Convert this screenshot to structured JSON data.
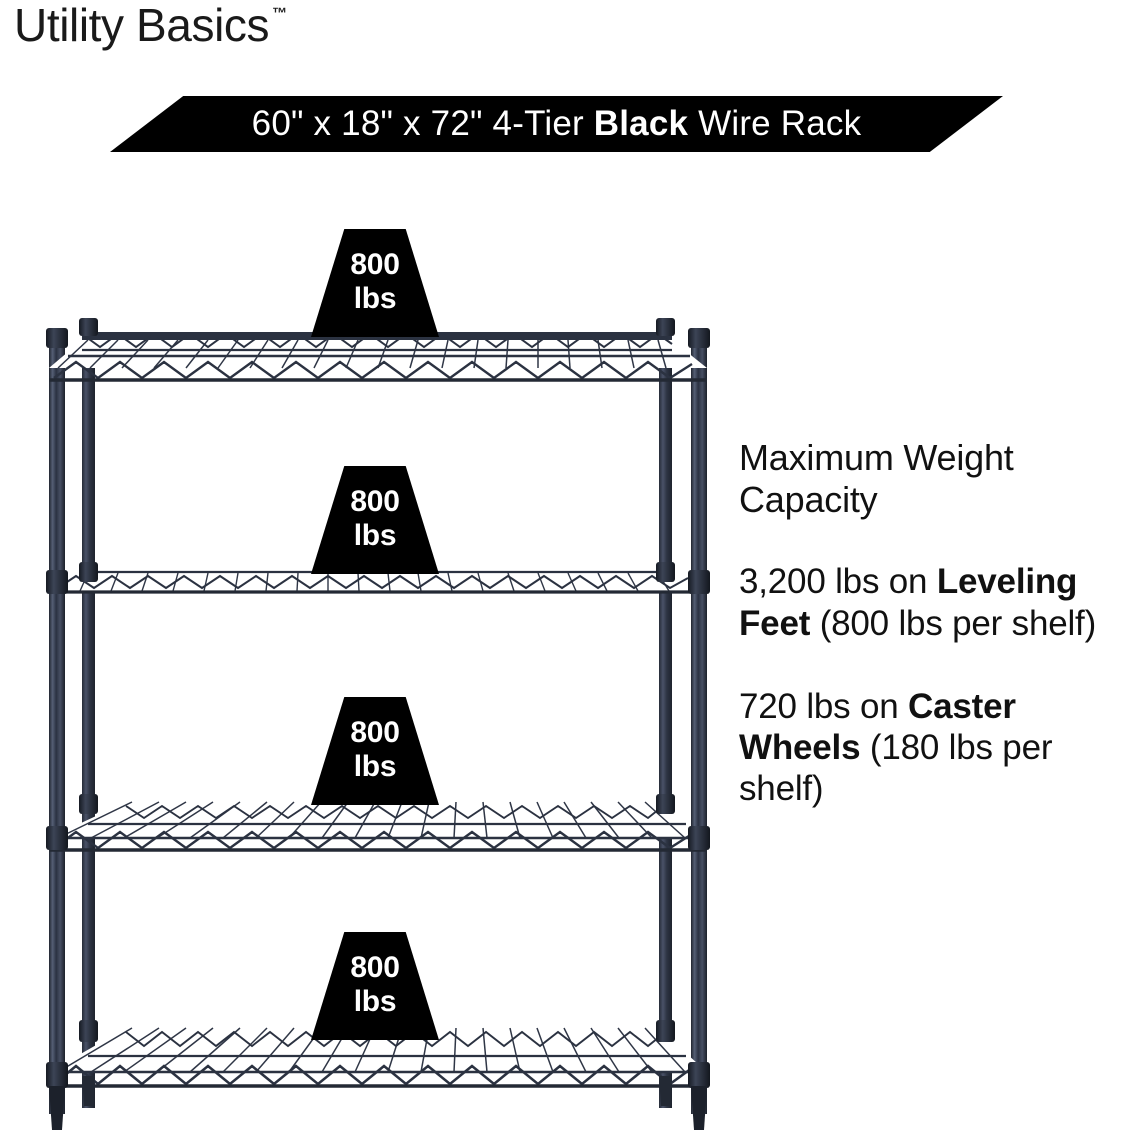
{
  "brand": {
    "name": "Utility Basics",
    "trademark": "™"
  },
  "banner": {
    "text_before_bold": "60\" x 18\" x 72\" 4-Tier ",
    "bold_word": "Black",
    "text_after_bold": " Wire Rack",
    "full_text": "60\" x 18\" x 72\" 4-Tier Black Wire Rack",
    "background_color": "#000000",
    "text_color": "#ffffff"
  },
  "product": {
    "type": "4-Tier Wire Shelving Rack",
    "color": "Black",
    "width_in": "60\"",
    "depth_in": "18\"",
    "height_in": "72\"",
    "shelf_count": 4,
    "frame_color": "#2a3040"
  },
  "weight_blocks": [
    {
      "value": "800",
      "unit": "lbs"
    },
    {
      "value": "800",
      "unit": "lbs"
    },
    {
      "value": "800",
      "unit": "lbs"
    },
    {
      "value": "800",
      "unit": "lbs"
    }
  ],
  "info": {
    "heading": "Maximum Weight Capacity",
    "paragraph_1": {
      "lead": "3,200 lbs on ",
      "bold": "Leveling Feet",
      "tail": " (800 lbs per shelf)"
    },
    "paragraph_2": {
      "lead": "720 lbs on ",
      "bold": "Caster Wheels",
      "tail": " (180 lbs per shelf)"
    }
  }
}
